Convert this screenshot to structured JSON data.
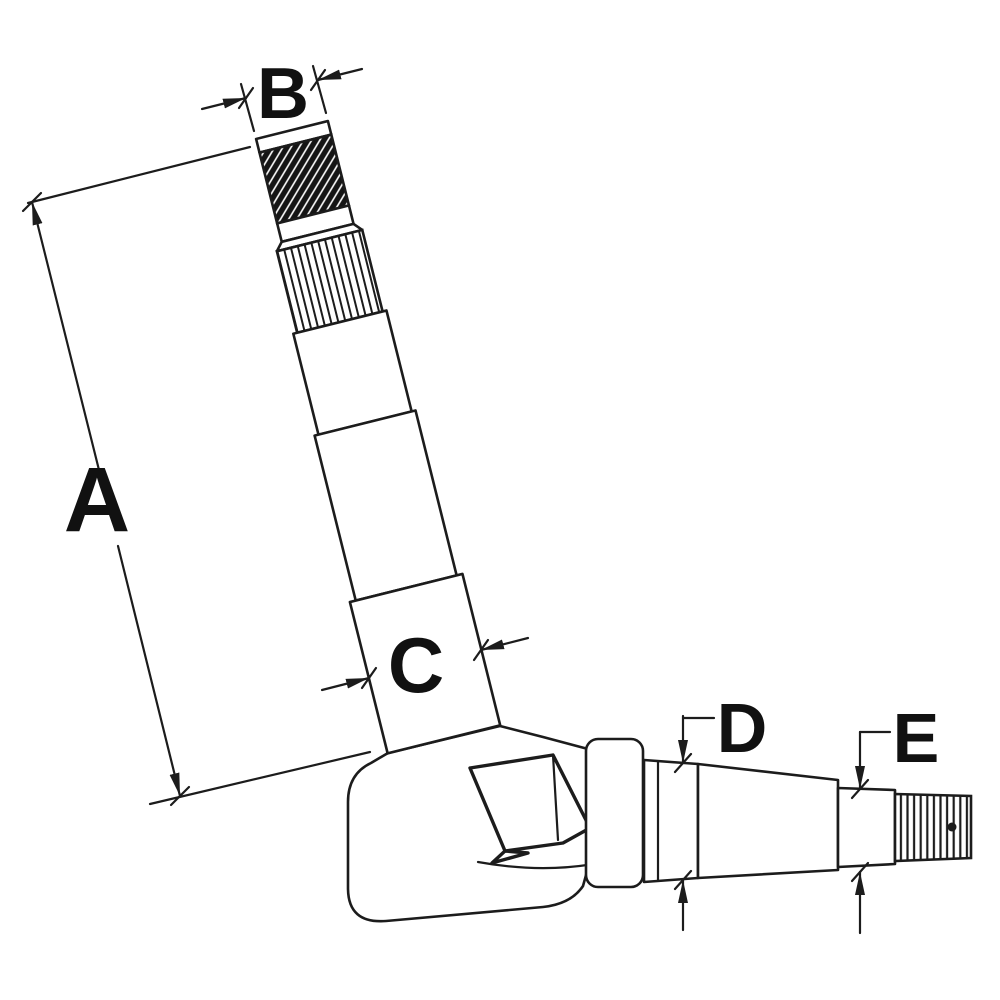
{
  "diagram": {
    "labels": {
      "a": "A",
      "b": "B",
      "c": "C",
      "d": "D",
      "e": "E"
    },
    "colors": {
      "line": "#1c1c1c",
      "background": "#ffffff",
      "hatch": "#151515"
    }
  }
}
